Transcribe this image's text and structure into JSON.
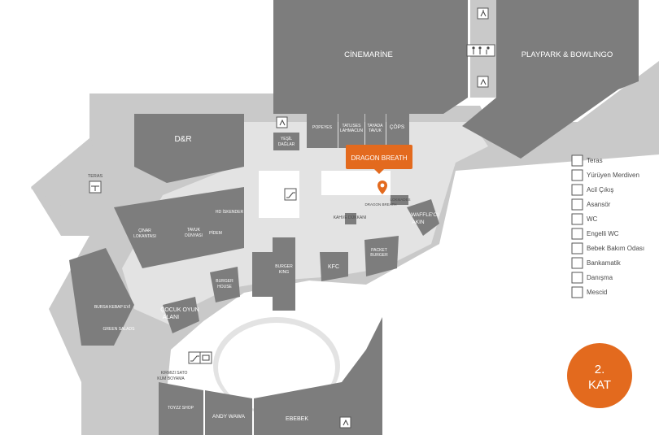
{
  "map": {
    "colors": {
      "store": "#7d7d7d",
      "wing": "#c9c9c9",
      "corridor": "#e3e3e3",
      "highlight": "#e36a1e",
      "text_dark": "#4a4a4a"
    },
    "highlight": {
      "label": "DRAGON BREATH",
      "pin_label": "DRAGON BREATH"
    },
    "stores": {
      "cinemarine": "CİNEMARİNE",
      "playpark": "PLAYPARK & BOWLINGO",
      "dr": "D&R",
      "teras": "TERAS",
      "popeyes": "POPEYES",
      "tatlises_1": "TATLISES",
      "tatlises_2": "LAHMACUN",
      "tayada_1": "TAYADA",
      "tayada_2": "TAVUK",
      "cops": "ÇÖPS",
      "yesil_1": "YEŞİL",
      "yesil_2": "DAĞLAR",
      "lokmades": "LOKMADES",
      "kahve": "KAHVE DÜKKANI",
      "waffle_1": "WAFFLE'CI",
      "waffle_2": "AKIN",
      "hd": "HD İSKENDER",
      "cinar_1": "ÇINAR",
      "cinar_2": "LOKANTASI",
      "tavuk_1": "TAVUK",
      "tavuk_2": "DÜNYASI",
      "pidem": "PİDEM",
      "burger_house_1": "BURGER",
      "burger_house_2": "HOUSE",
      "burger_king_1": "BURGER",
      "burger_king_2": "KING",
      "kfc": "KFC",
      "packet_1": "PACKET",
      "packet_2": "BURGER",
      "bursa": "BURSA KEBAP EVİ",
      "green": "GREEN SALADS",
      "cocuk_1": "ÇOCUK OYUN",
      "cocuk_2": "ALANI",
      "kirmizi_1": "KIRMIZI SATO",
      "kirmizi_2": "KUM BOYAMA",
      "toyzz": "TOYZZ SHOP",
      "andy": "ANDY WAWA",
      "ebebek": "EBEBEK"
    },
    "floor": {
      "number": "2.",
      "label": "KAT",
      "color": "#e36a1e"
    }
  },
  "legend": [
    {
      "icon": "terrace-icon",
      "label": "Teras"
    },
    {
      "icon": "escalator-icon",
      "label": "Yürüyen Merdiven"
    },
    {
      "icon": "emergency-exit-icon",
      "label": "Acil Çıkış"
    },
    {
      "icon": "elevator-icon",
      "label": "Asansör"
    },
    {
      "icon": "wc-icon",
      "label": "WC"
    },
    {
      "icon": "accessible-wc-icon",
      "label": "Engelli WC"
    },
    {
      "icon": "baby-care-icon",
      "label": "Bebek Bakım Odası"
    },
    {
      "icon": "atm-icon",
      "label": "Bankamatik"
    },
    {
      "icon": "info-icon",
      "label": "Danışma"
    },
    {
      "icon": "mosque-icon",
      "label": "Mescid"
    }
  ]
}
